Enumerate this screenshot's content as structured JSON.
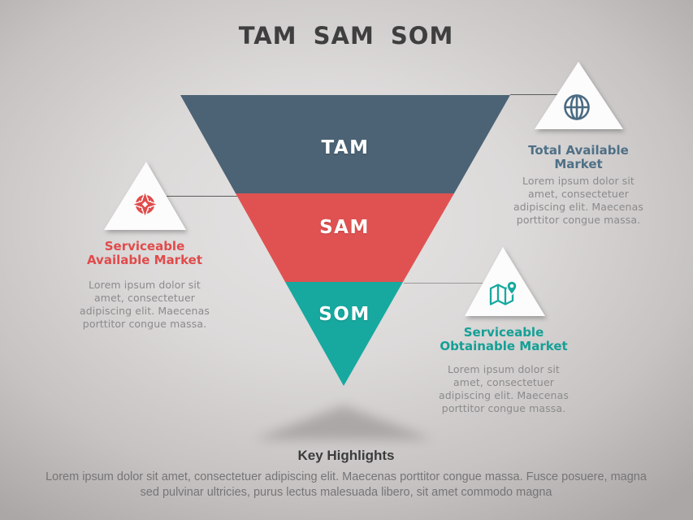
{
  "title": "TAM SAM SOM",
  "funnel": {
    "segments": [
      {
        "label": "TAM",
        "color": "#4b6374"
      },
      {
        "label": "SAM",
        "color": "#e05252"
      },
      {
        "label": "SOM",
        "color": "#17a9a0"
      }
    ]
  },
  "callouts": [
    {
      "icon": "globe-icon",
      "accent": "#4f7086",
      "heading": "Total Available Market",
      "body": "Lorem ipsum dolor sit amet, consectetuer adipiscing elit. Maecenas porttitor congue massa."
    },
    {
      "icon": "compass-icon",
      "accent": "#e04b4b",
      "heading": "Serviceable Available Market",
      "body": "Lorem ipsum dolor sit amet, consectetuer adipiscing elit. Maecenas porttitor congue massa."
    },
    {
      "icon": "map-location-icon",
      "accent": "#14a096",
      "heading": "Serviceable Obtainable Market",
      "body": "Lorem ipsum dolor sit amet, consectetuer adipiscing elit. Maecenas porttitor congue massa."
    }
  ],
  "key_highlights": {
    "heading": "Key Highlights",
    "body": "Lorem ipsum dolor sit amet, consectetuer adipiscing elit. Maecenas porttitor congue massa. Fusce posuere, magna sed pulvinar ultricies, purus lectus malesuada libero, sit amet commodo magna"
  }
}
